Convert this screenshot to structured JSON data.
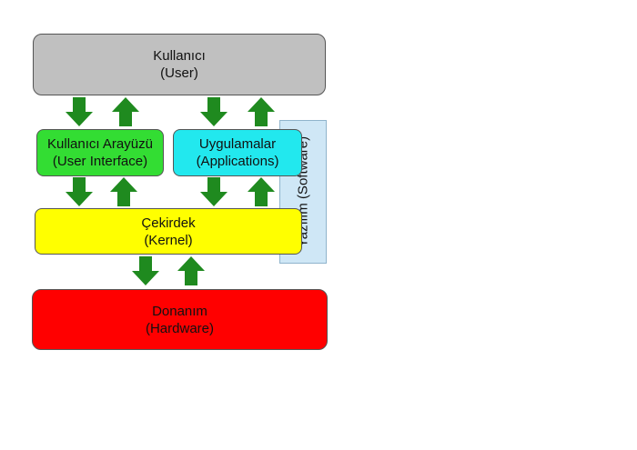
{
  "diagram": {
    "user": {
      "line1": "Kullanıcı",
      "line2": "(User)"
    },
    "user_interface": {
      "line1": "Kullanıcı Arayüzü",
      "line2": "(User Interface)"
    },
    "applications": {
      "line1": "Uygulamalar",
      "line2": "(Applications)"
    },
    "kernel": {
      "line1": "Çekirdek",
      "line2": "(Kernel)"
    },
    "hardware": {
      "line1": "Donanım",
      "line2": "(Hardware)"
    },
    "software_label": "Yazılım (Software)",
    "colors": {
      "user": "#c0c0c0",
      "user_interface": "#33dd33",
      "applications": "#22e8ee",
      "kernel": "#ffff00",
      "hardware": "#ff0000",
      "software_band": "#cfe7f6",
      "arrow": "#1f8a1f"
    }
  }
}
